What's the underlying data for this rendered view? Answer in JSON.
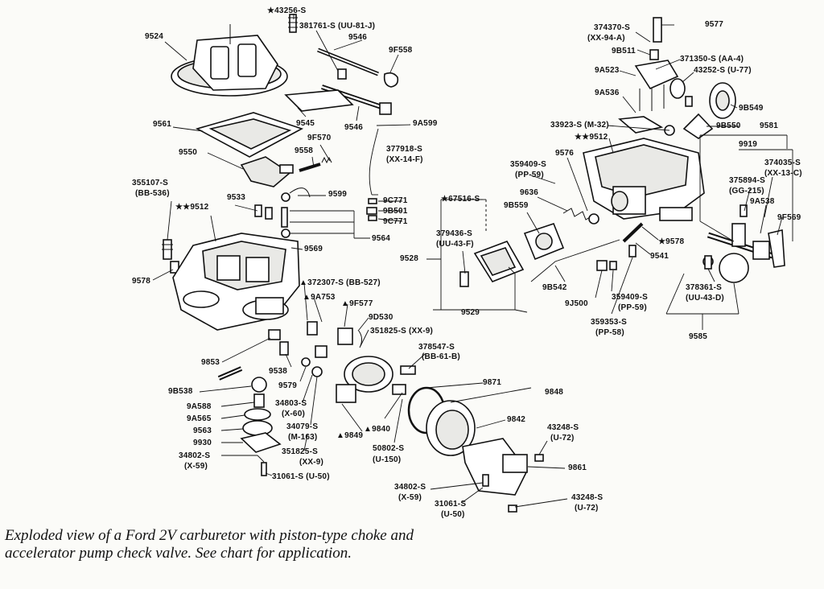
{
  "labels": {
    "l_43256S": "★43256-S",
    "l_381761S": "381761-S (UU-81-J)",
    "l_9546a": "9546",
    "l_9F558": "9F558",
    "l_9524": "9524",
    "l_9561": "9561",
    "l_9545": "9545",
    "l_9546b": "9546",
    "l_9A599": "9A599",
    "l_9F570": "9F570",
    "l_9558": "9558",
    "l_9550": "9550",
    "l_377918S": "377918-S",
    "l_XX14F": "(XX-14-F)",
    "l_355107S": "355107-S",
    "l_BB536": "(BB-536)",
    "l_9533": "9533",
    "l_9599": "9599",
    "l_9C771a": "9C771",
    "l_9B501": "9B501",
    "l_9C771b": "9C771",
    "l_9512a": "★★9512",
    "l_9564": "9564",
    "l_9569": "9569",
    "l_9578a": "9578",
    "l_372307S": "▲372307-S (BB-527)",
    "l_9A753": "▲9A753",
    "l_9F577": "▲9F577",
    "l_9D530": "9D530",
    "l_351825S_a": "351825-S (XX-9)",
    "l_378547S": "378547-S",
    "l_BB61B": "(BB-61-B)",
    "l_9853": "9853",
    "l_9538": "9538",
    "l_9579": "9579",
    "l_9B538": "9B538",
    "l_9A588": "9A588",
    "l_9A565": "9A565",
    "l_9563": "9563",
    "l_9930": "9930",
    "l_34802S_a": "34802-S",
    "l_X59a": "(X-59)",
    "l_31061S_a": "31061-S (U-50)",
    "l_34803S": "34803-S",
    "l_X60": "(X-60)",
    "l_34079S": "34079-S",
    "l_M163": "(M-163)",
    "l_351825S_b": "351825-S",
    "l_XX9b": "(XX-9)",
    "l_9849": "▲9849",
    "l_9840": "▲9840",
    "l_50802S": "50802-S",
    "l_U150": "(U-150)",
    "l_9871": "9871",
    "l_9848": "9848",
    "l_9842": "9842",
    "l_43248S_a": "43248-S",
    "l_U72a": "(U-72)",
    "l_9861": "9861",
    "l_34802S_b": "34802-S",
    "l_X59b": "(X-59)",
    "l_31061S_b": "31061-S",
    "l_U50b": "(U-50)",
    "l_43248S_b": "43248-S",
    "l_U72b": "(U-72)",
    "l_67516S": "★67516-S",
    "l_379436S": "379436-S",
    "l_UU43F": "(UU-43-F)",
    "l_9528": "9528",
    "l_9529": "9529",
    "l_9B559": "9B559",
    "l_9636": "9636",
    "l_359409S_a": "359409-S",
    "l_PP59a": "(PP-59)",
    "l_9576": "9576",
    "l_9512b": "★★9512",
    "l_33923S": "33923-S (M-32)",
    "l_9B542": "9B542",
    "l_9J500": "9J500",
    "l_359409S_b": "359409-S",
    "l_PP59b": "(PP-59)",
    "l_359353S": "359353-S",
    "l_PP58": "(PP-58)",
    "l_9541": "9541",
    "l_9578b": "★9578",
    "l_374370S": "374370-S",
    "l_XX94A": "(XX-94-A)",
    "l_9577": "9577",
    "l_9B511": "9B511",
    "l_371350S": "371350-S (AA-4)",
    "l_9A523": "9A523",
    "l_43252S": "43252-S (U-77)",
    "l_9A536": "9A536",
    "l_9B549": "9B549",
    "l_9B550": "9B550",
    "l_9581": "9581",
    "l_9919": "9919",
    "l_374035S": "374035-S",
    "l_XX13C": "(XX-13-C)",
    "l_375894S": "375894-S",
    "l_GG215": "(GG-215)",
    "l_9A538": "9A538",
    "l_9F569": "9F569",
    "l_378361S": "378361-S",
    "l_UU43D": "(UU-43-D)",
    "l_9585": "9585"
  },
  "caption": "Exploded view of a Ford 2V carburetor with piston-type choke and accelerator pump check valve. See chart for application."
}
